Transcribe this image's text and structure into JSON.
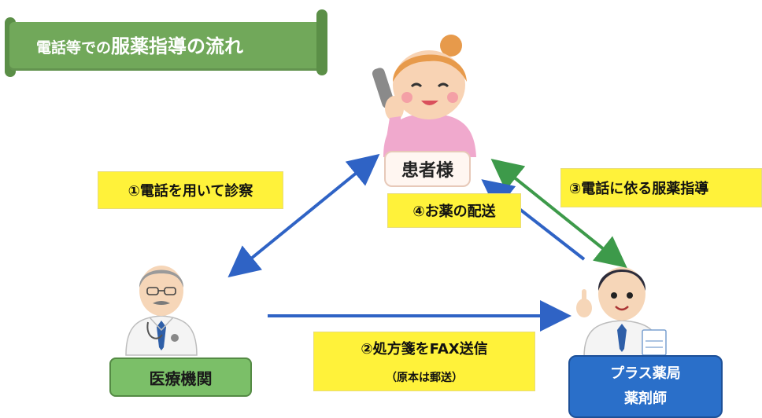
{
  "title": {
    "prefix": "電話等での",
    "emphasis": "服薬指導",
    "suffix": "の流れ"
  },
  "nodes": {
    "patient": "患者様",
    "clinic": "医療機関",
    "pharmacy_line1": "プラス薬局",
    "pharmacy_line2": "薬剤師"
  },
  "steps": {
    "step1": "①電話を用いて診察",
    "step2": "②処方箋をFAX送信",
    "step2_note": "（原本は郵送）",
    "step3": "③電話に依る服薬指導",
    "step4": "④お薬の配送"
  },
  "colors": {
    "arrow_blue": "#2f63c5",
    "arrow_green": "#3d9a4a",
    "banner_green": "#71a85a",
    "label_yellow": "#fff23a",
    "pharmacy_blue": "#2a6fc9",
    "clinic_green": "#7bbf68"
  },
  "icons": {
    "patient": "woman-on-phone-illustration",
    "doctor": "doctor-illustration",
    "pharmacist": "pharmacist-illustration"
  }
}
